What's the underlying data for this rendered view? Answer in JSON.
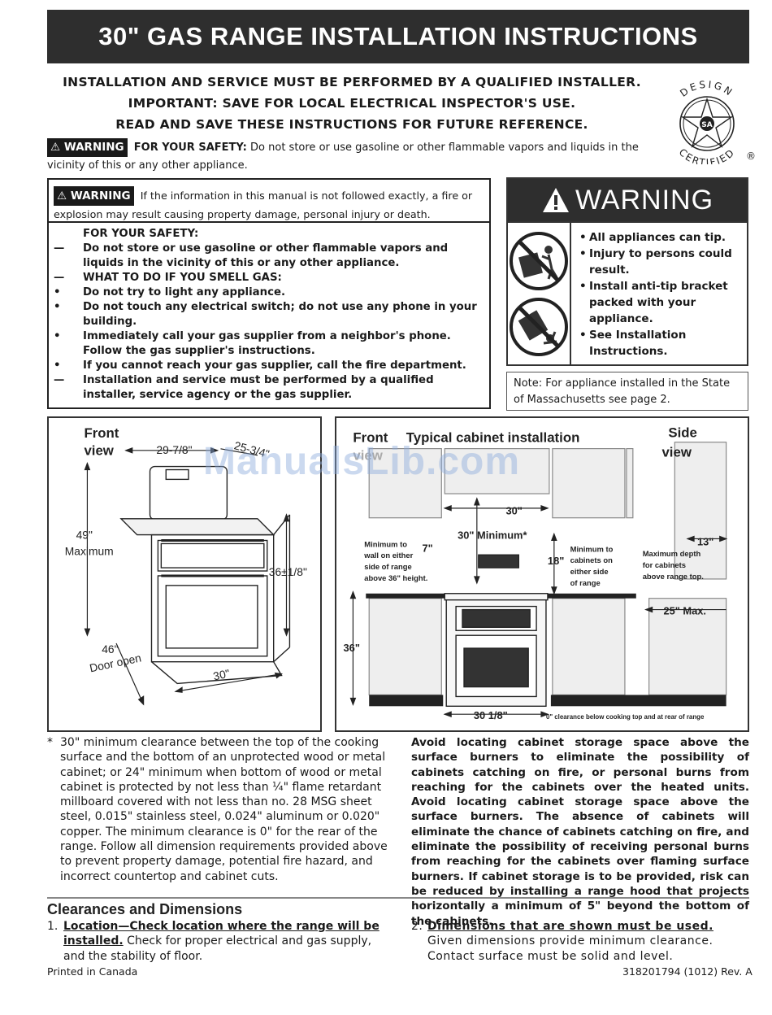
{
  "title": "30\" GAS RANGE INSTALLATION INSTRUCTIONS",
  "header_lines": [
    "INSTALLATION AND SERVICE MUST BE PERFORMED BY A QUALIFIED INSTALLER.",
    "IMPORTANT: SAVE FOR LOCAL ELECTRICAL INSPECTOR'S USE.",
    "READ AND SAVE THESE INSTRUCTIONS FOR FUTURE REFERENCE."
  ],
  "warning_label": "WARNING",
  "safety_note": {
    "lead": "FOR YOUR SAFETY:",
    "text": "Do not store or use gasoline or other flammable vapors and liquids in the vicinity of this or any other appliance."
  },
  "seal": {
    "top": "DESIGN",
    "bottom": "CERTIFIED",
    "mark": "®"
  },
  "warning_box": {
    "text": "If the information in this manual is not followed exactly, a fire or explosion may result causing property damage, personal injury or death."
  },
  "gas_box": [
    {
      "mark": "",
      "text": "FOR YOUR SAFETY:",
      "head": true
    },
    {
      "mark": "—",
      "text": "Do not store or use gasoline or other flammable vapors and liquids in the vicinity of this or any other appliance."
    },
    {
      "mark": "—",
      "text": "WHAT TO DO IF YOU SMELL GAS:",
      "head": true
    },
    {
      "mark": "•",
      "text": "Do not try to light any appliance."
    },
    {
      "mark": "•",
      "text": "Do not touch any electrical switch; do not use any phone in your building."
    },
    {
      "mark": "•",
      "text": "Immediately call your gas supplier from a neighbor's phone.  Follow the gas supplier's instructions."
    },
    {
      "mark": "•",
      "text": "If you cannot reach your gas supplier, call the fire department."
    },
    {
      "mark": "—",
      "text": "Installation and service must be performed by a qualified installer, service agency or the gas supplier."
    }
  ],
  "big_warning": {
    "title": "WARNING",
    "items": [
      "All appliances can tip.",
      "Injury to persons could result.",
      "Install anti-tip bracket packed with your appliance.",
      "See Installation Instructions."
    ]
  },
  "mass_note": "Note: For appliance installed in the State of Massachusetts see page 2.",
  "front_diagram": {
    "label_line1": "Front",
    "label_line2": "view",
    "width_dim": "29-7/8\"",
    "depth_dim": "25-3/4\"",
    "height_dim": "49\"",
    "height_note": "Maximum",
    "side_height": "36±1/8\"",
    "door_open_dim": "46\"",
    "door_open_label": "Door open",
    "base_dim": "30\""
  },
  "cabinet_diagram": {
    "label_front": "Front",
    "label_typical": "Typical cabinet installation",
    "label_view": "view",
    "label_side": "Side",
    "label_side_view": "view",
    "width_30": "30\"",
    "min_30": "30\" Minimum*",
    "min_7_value": "7\"",
    "min_7_note": [
      "Minimum to",
      "wall on either",
      "side of range",
      "above 36\" height."
    ],
    "min_18_value": "18\"",
    "min_18_note": [
      "Minimum to",
      "cabinets on",
      "either side",
      "of range"
    ],
    "depth_13": "13\"",
    "depth_note": [
      "Maximum depth",
      "for cabinets",
      "above range top."
    ],
    "max_25": "25\" Max.",
    "height_36": "36\"",
    "bottom_width": "30 1/8\"",
    "zero_clearance": "0\" clearance below cooking top and at rear of range"
  },
  "watermark": "ManualsLib.com",
  "footnote": {
    "mark": "*",
    "text": "30\" minimum clearance between the top of the cooking surface and the bottom of an unprotected wood or metal cabinet; or 24\" minimum when bottom of wood or metal cabinet is protected by not less than ¼\" flame retardant millboard covered with not less than no. 28 MSG sheet steel, 0.015\" stainless steel, 0.024\" aluminum or 0.020\" copper. The minimum clearance is 0\" for the rear of the range. Follow all dimension requirements provided above to prevent property damage, potential fire hazard, and incorrect countertop and cabinet cuts."
  },
  "storage_paragraph": "Avoid locating cabinet storage space above the surface burners to eliminate the possibility of cabinets catching on fire, or personal burns from reaching for the cabinets over the heated units. Avoid locating cabinet storage space above the surface burners. The absence of cabinets will eliminate the chance of cabinets catching on fire, and eliminate the possibility of receiving personal burns from reaching for the cabinets over flaming surface burners. If cabinet storage is to be provided, risk can be reduced by installing a range hood that projects horizontally a minimum of 5\" beyond the bottom of the cabinets.",
  "clearances": {
    "title": "Clearances and Dimensions",
    "item1": {
      "num": "1.",
      "lead": "Location—Check location where the range will be installed.",
      "text": " Check for proper electrical and gas supply, and the stability of floor."
    },
    "item2": {
      "num": "2.",
      "lead": "Dimensions that are shown must be used.",
      "text": " Given dimensions provide minimum clearance. Contact surface must be solid and level."
    }
  },
  "footer": {
    "printed": "Printed in Canada",
    "part_number": "318201794 (1012) Rev. A"
  },
  "colors": {
    "bar": "#2e2e2e",
    "text": "#1a1a1a",
    "watermark": "#8caadc"
  }
}
